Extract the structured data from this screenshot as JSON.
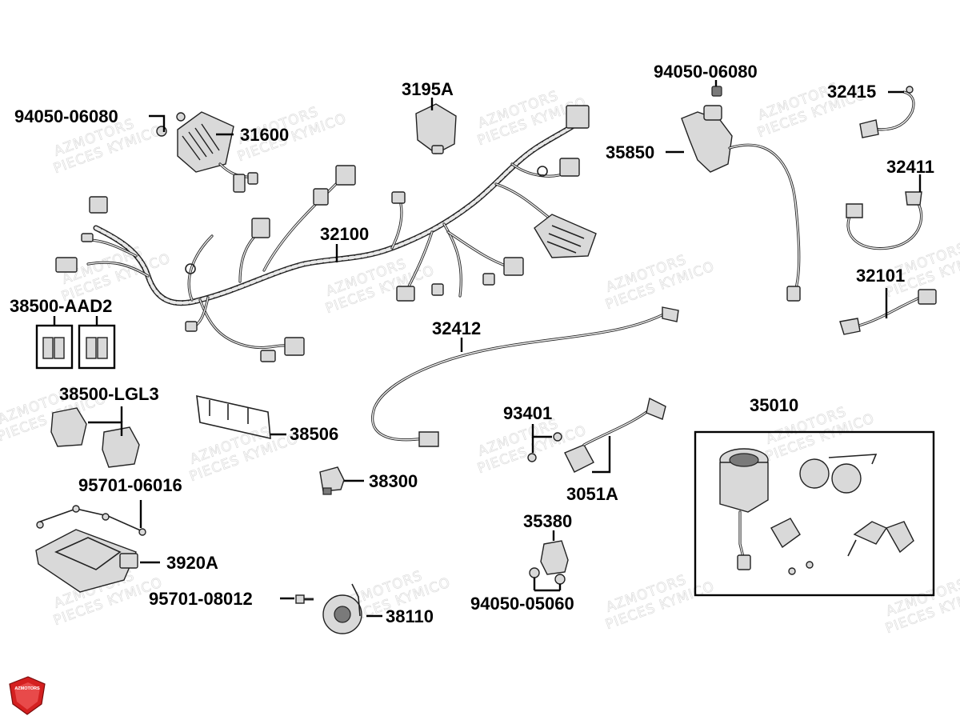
{
  "diagram": {
    "callouts": [
      {
        "id": "c-94050-06080-a",
        "label": "94050-06080"
      },
      {
        "id": "c-31600",
        "label": "31600"
      },
      {
        "id": "c-3195a",
        "label": "3195A"
      },
      {
        "id": "c-94050-06080-b",
        "label": "94050-06080"
      },
      {
        "id": "c-35850",
        "label": "35850"
      },
      {
        "id": "c-32415",
        "label": "32415"
      },
      {
        "id": "c-32411",
        "label": "32411"
      },
      {
        "id": "c-32101",
        "label": "32101"
      },
      {
        "id": "c-32100",
        "label": "32100"
      },
      {
        "id": "c-38500-aad2",
        "label": "38500-AAD2"
      },
      {
        "id": "c-32412",
        "label": "32412"
      },
      {
        "id": "c-38500-lgl3",
        "label": "38500-LGL3"
      },
      {
        "id": "c-38506",
        "label": "38506"
      },
      {
        "id": "c-93401",
        "label": "93401"
      },
      {
        "id": "c-35010",
        "label": "35010"
      },
      {
        "id": "c-3051a",
        "label": "3051A"
      },
      {
        "id": "c-38300",
        "label": "38300"
      },
      {
        "id": "c-95701-06016",
        "label": "95701-06016"
      },
      {
        "id": "c-35380",
        "label": "35380"
      },
      {
        "id": "c-3920a",
        "label": "3920A"
      },
      {
        "id": "c-95701-08012",
        "label": "95701-08012"
      },
      {
        "id": "c-38110",
        "label": "38110"
      },
      {
        "id": "c-94050-05060",
        "label": "94050-05060"
      }
    ],
    "watermark": {
      "line1": "AZMOTORS",
      "line2": "PIECES KYMICO"
    },
    "logo": {
      "text": "AZMOTORS",
      "color": "#d42020"
    }
  }
}
